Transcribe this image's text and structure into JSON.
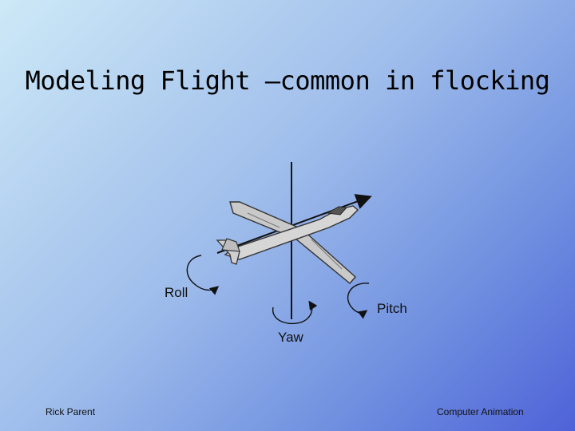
{
  "slide": {
    "title": "Modeling Flight –common in flocking",
    "footer_left": "Rick Parent",
    "footer_right": "Computer Animation"
  },
  "diagram": {
    "labels": {
      "roll": "Roll",
      "pitch": "Pitch",
      "yaw": "Yaw"
    },
    "icons": [
      "airplane-icon",
      "rotation-arrow-icon"
    ]
  }
}
